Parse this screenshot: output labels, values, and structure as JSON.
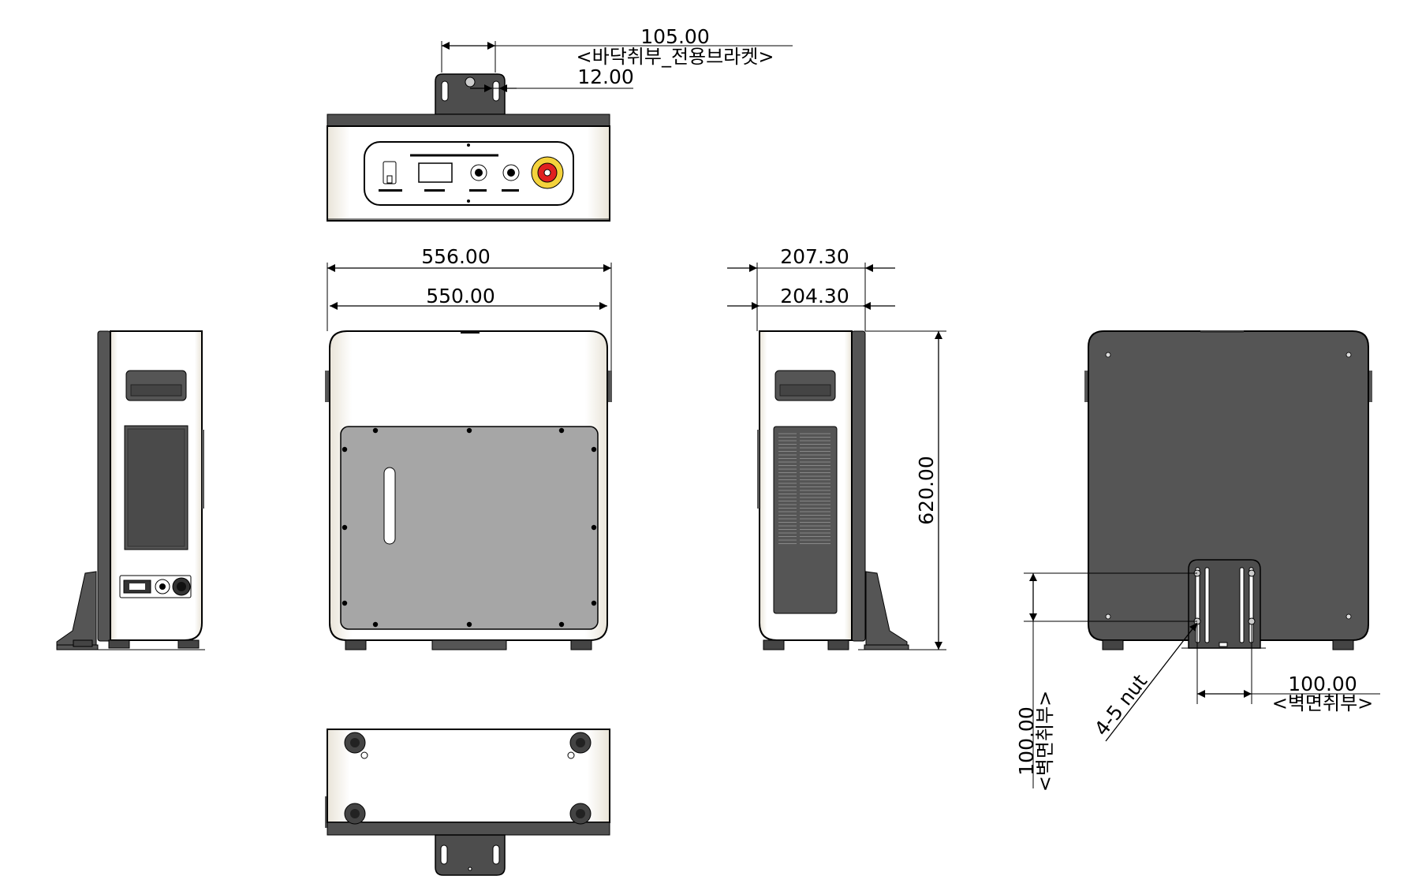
{
  "top_view": {
    "bracket_width": "105.00",
    "bracket_label": "<바닥취부_전용브라켓>",
    "slot_offset": "12.00"
  },
  "front_view": {
    "overall_width": "556.00",
    "body_width": "550.00"
  },
  "side_view": {
    "overall_depth": "207.30",
    "body_depth": "204.30",
    "height": "620.00"
  },
  "rear_view": {
    "vertical_spacing": "100.00",
    "vertical_label": "<벽면취부>",
    "horizontal_spacing": "100.00",
    "horizontal_label": "<벽면취부>",
    "nut_callout": "4-5 nut"
  },
  "colors": {
    "dark_panel": "#555555",
    "light_panel": "#a6a6a6",
    "case_white": "#ffffff",
    "estop_red": "#e02020",
    "estop_yellow": "#f4d23c"
  }
}
